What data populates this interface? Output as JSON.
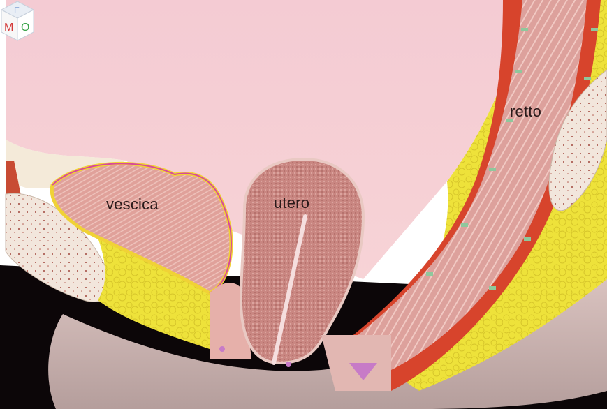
{
  "labels": {
    "bladder": "vescica",
    "uterus": "utero",
    "rectum": "retto"
  },
  "logo": {
    "letters": [
      "E",
      "M",
      "O"
    ]
  },
  "colors": {
    "abdominal_cavity": "#f6c8cf",
    "background_dark": "#0c0608",
    "fat": "#efe337",
    "muscle": "#d7442c",
    "mucosa": "#dea4a0",
    "bone": "#f1e4d8"
  }
}
